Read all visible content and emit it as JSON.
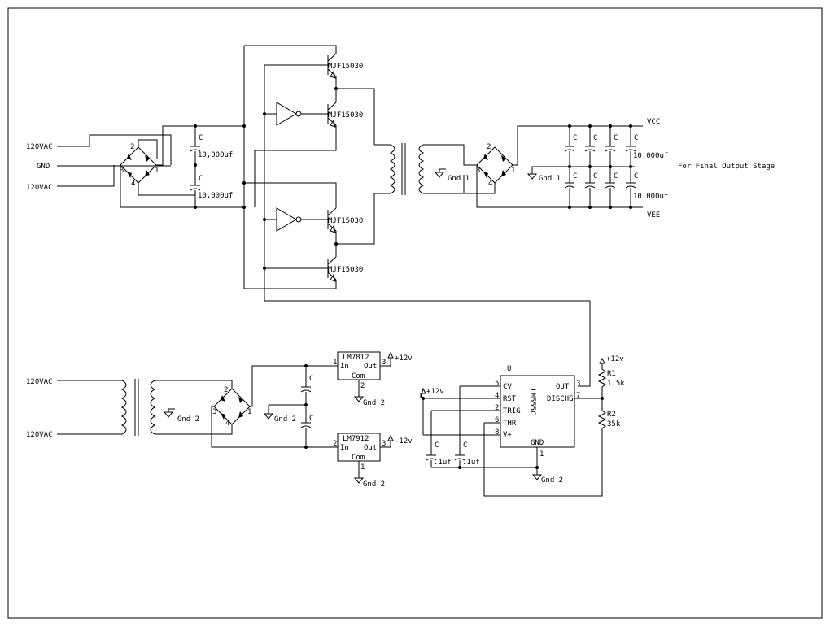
{
  "inputs": {
    "main_ac_1": "120VAC",
    "main_gnd": "GND",
    "main_ac_2": "120VAC",
    "lower_ac_1": "120VAC",
    "lower_ac_2": "120VAC"
  },
  "bridge_pins": {
    "p1": "1",
    "p2": "2",
    "p3": "3",
    "p4": "4"
  },
  "capacitors": {
    "c_label": "C",
    "bulk_value": "10,000uf",
    "small_value": ".1uf"
  },
  "transistors": {
    "q1": "MJF15030",
    "q2": "MJF15030",
    "q3": "MJF15030",
    "q4": "MJF15030"
  },
  "grounds": {
    "gnd1": "Gnd 1",
    "gnd2": "Gnd 2"
  },
  "rails": {
    "vcc": "VCC",
    "vee": "VEE",
    "output_note": "For Final Output Stage",
    "plus12": "+12v",
    "minus12": "-12v"
  },
  "regulators": {
    "pos_name": "LM7812",
    "neg_name": "LM7912",
    "in_pin": "In",
    "out_pin": "Out",
    "com_pin": "Com",
    "pin1": "1",
    "pin2": "2",
    "pin3": "3"
  },
  "timer": {
    "ref": "U",
    "part": "LM555C",
    "cv": "CV",
    "rst": "RST",
    "trig": "TRIG",
    "thr": "THR",
    "vplus": "V+",
    "gnd": "GND",
    "out": "OUT",
    "dischg": "DISCHG",
    "pin5": "5",
    "pin4": "4",
    "pin2": "2",
    "pin6": "6",
    "pin8": "8",
    "pin1": "1",
    "pin3": "3",
    "pin7": "7"
  },
  "resistors": {
    "r1_ref": "R1",
    "r1_value": "1.5k",
    "r2_ref": "R2",
    "r2_value": "35k"
  }
}
